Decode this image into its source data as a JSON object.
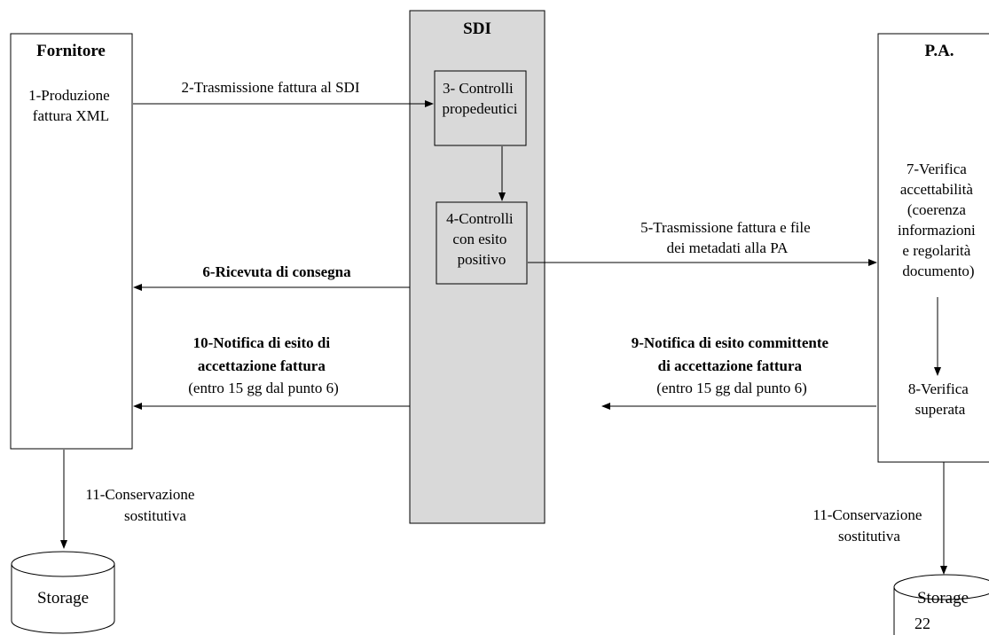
{
  "lanes": {
    "fornitore": {
      "title": "Fornitore"
    },
    "sdi": {
      "title": "SDI"
    },
    "pa": {
      "title": "P.A."
    }
  },
  "fornitore": {
    "step1": [
      "1-Produzione",
      "fattura XML"
    ]
  },
  "sdi": {
    "step3": [
      "3- Controlli",
      "propedeutici"
    ],
    "step4": [
      "4-Controlli",
      "con esito",
      "positivo"
    ]
  },
  "pa": {
    "step7": [
      "7-Verifica",
      "accettabilità",
      "(coerenza",
      "informazioni",
      "e regolarità",
      "documento)"
    ],
    "step8": [
      "8-Verifica",
      "superata"
    ]
  },
  "flows": {
    "f2": [
      "2-Trasmissione fattura al SDI"
    ],
    "f5": [
      "5-Trasmissione fattura e file",
      "dei metadati alla PA"
    ],
    "f6": [
      "6-Ricevuta di consegna"
    ],
    "f10": [
      "10-Notifica di esito di",
      "accettazione fattura",
      "(entro 15 gg  dal punto 6)"
    ],
    "f9": [
      "9-Notifica di esito committente",
      "di accettazione fattura",
      "(entro 15 gg  dal punto 6)"
    ]
  },
  "storage": {
    "left_caption": [
      "11-Conservazione",
      "sostitutiva"
    ],
    "right_caption": [
      "11-Conservazione",
      "sostitutiva"
    ],
    "left_label": "Storage",
    "right_label": "Storage"
  },
  "page_number": "22",
  "colors": {
    "sdi_fill": "#d9d9d9",
    "stroke": "#000000"
  }
}
